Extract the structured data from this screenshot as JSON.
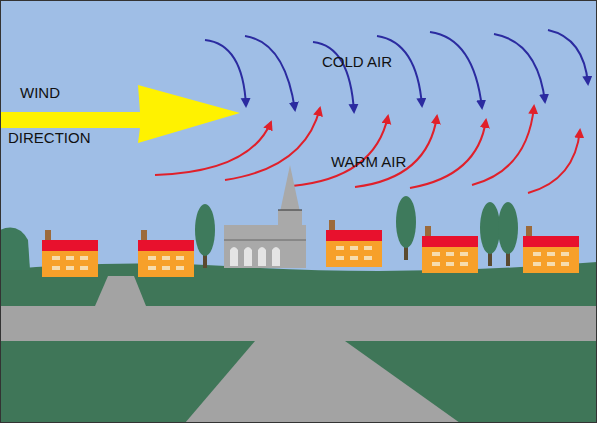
{
  "diagram": {
    "labels": [
      "WIND",
      "DIRECTION",
      "COLD AIR",
      "WARM AIR"
    ]
  }
}
